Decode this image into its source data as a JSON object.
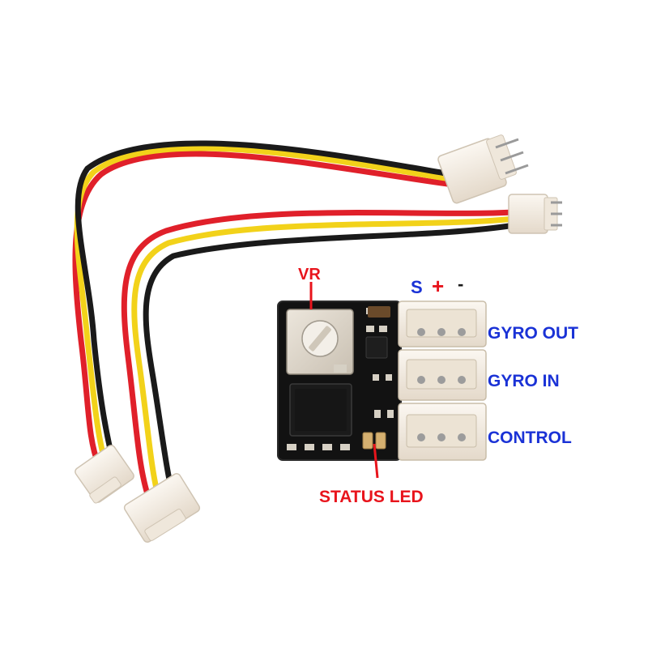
{
  "labels": {
    "vr": "VR",
    "s": "S",
    "plus": "+",
    "minus": "-",
    "gyro_out": "GYRO OUT",
    "gyro_in": "GYRO IN",
    "control": "CONTROL",
    "status_led": "STATUS LED"
  },
  "colors": {
    "label_red": "#e8141c",
    "label_blue": "#1a32d6",
    "wire_red": "#e0202a",
    "wire_yellow": "#f2d21a",
    "wire_black": "#1a1a1a",
    "pcb": "#121212",
    "connector": "#f4ede3"
  }
}
